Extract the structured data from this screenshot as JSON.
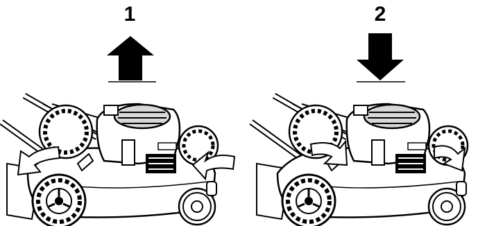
{
  "panels": [
    {
      "step": "1",
      "direction": "up"
    },
    {
      "step": "2",
      "direction": "down"
    }
  ],
  "colors": {
    "ink": "#000000",
    "paper": "#ffffff",
    "shade": "#d8d8d8"
  },
  "icons": [
    "arrow-up-icon",
    "arrow-down-icon",
    "lawn-mower-icon",
    "curved-arrow-icon"
  ]
}
